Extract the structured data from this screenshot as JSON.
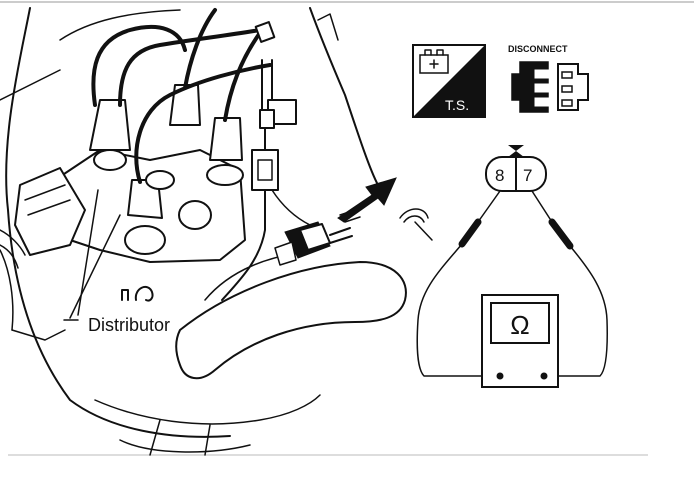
{
  "labels": {
    "distributor": "Distributor",
    "disconnect": "DISCONNECT",
    "ts": "T.S.",
    "pin_left": "8",
    "pin_right": "7",
    "ohm": "Ω"
  },
  "colors": {
    "ink": "#111111",
    "background": "#ffffff"
  },
  "icons": [
    "ts-badge-icon",
    "disconnect-connector-icon",
    "ohmmeter-icon",
    "connector-face-icon",
    "ground-symbol-icon"
  ]
}
